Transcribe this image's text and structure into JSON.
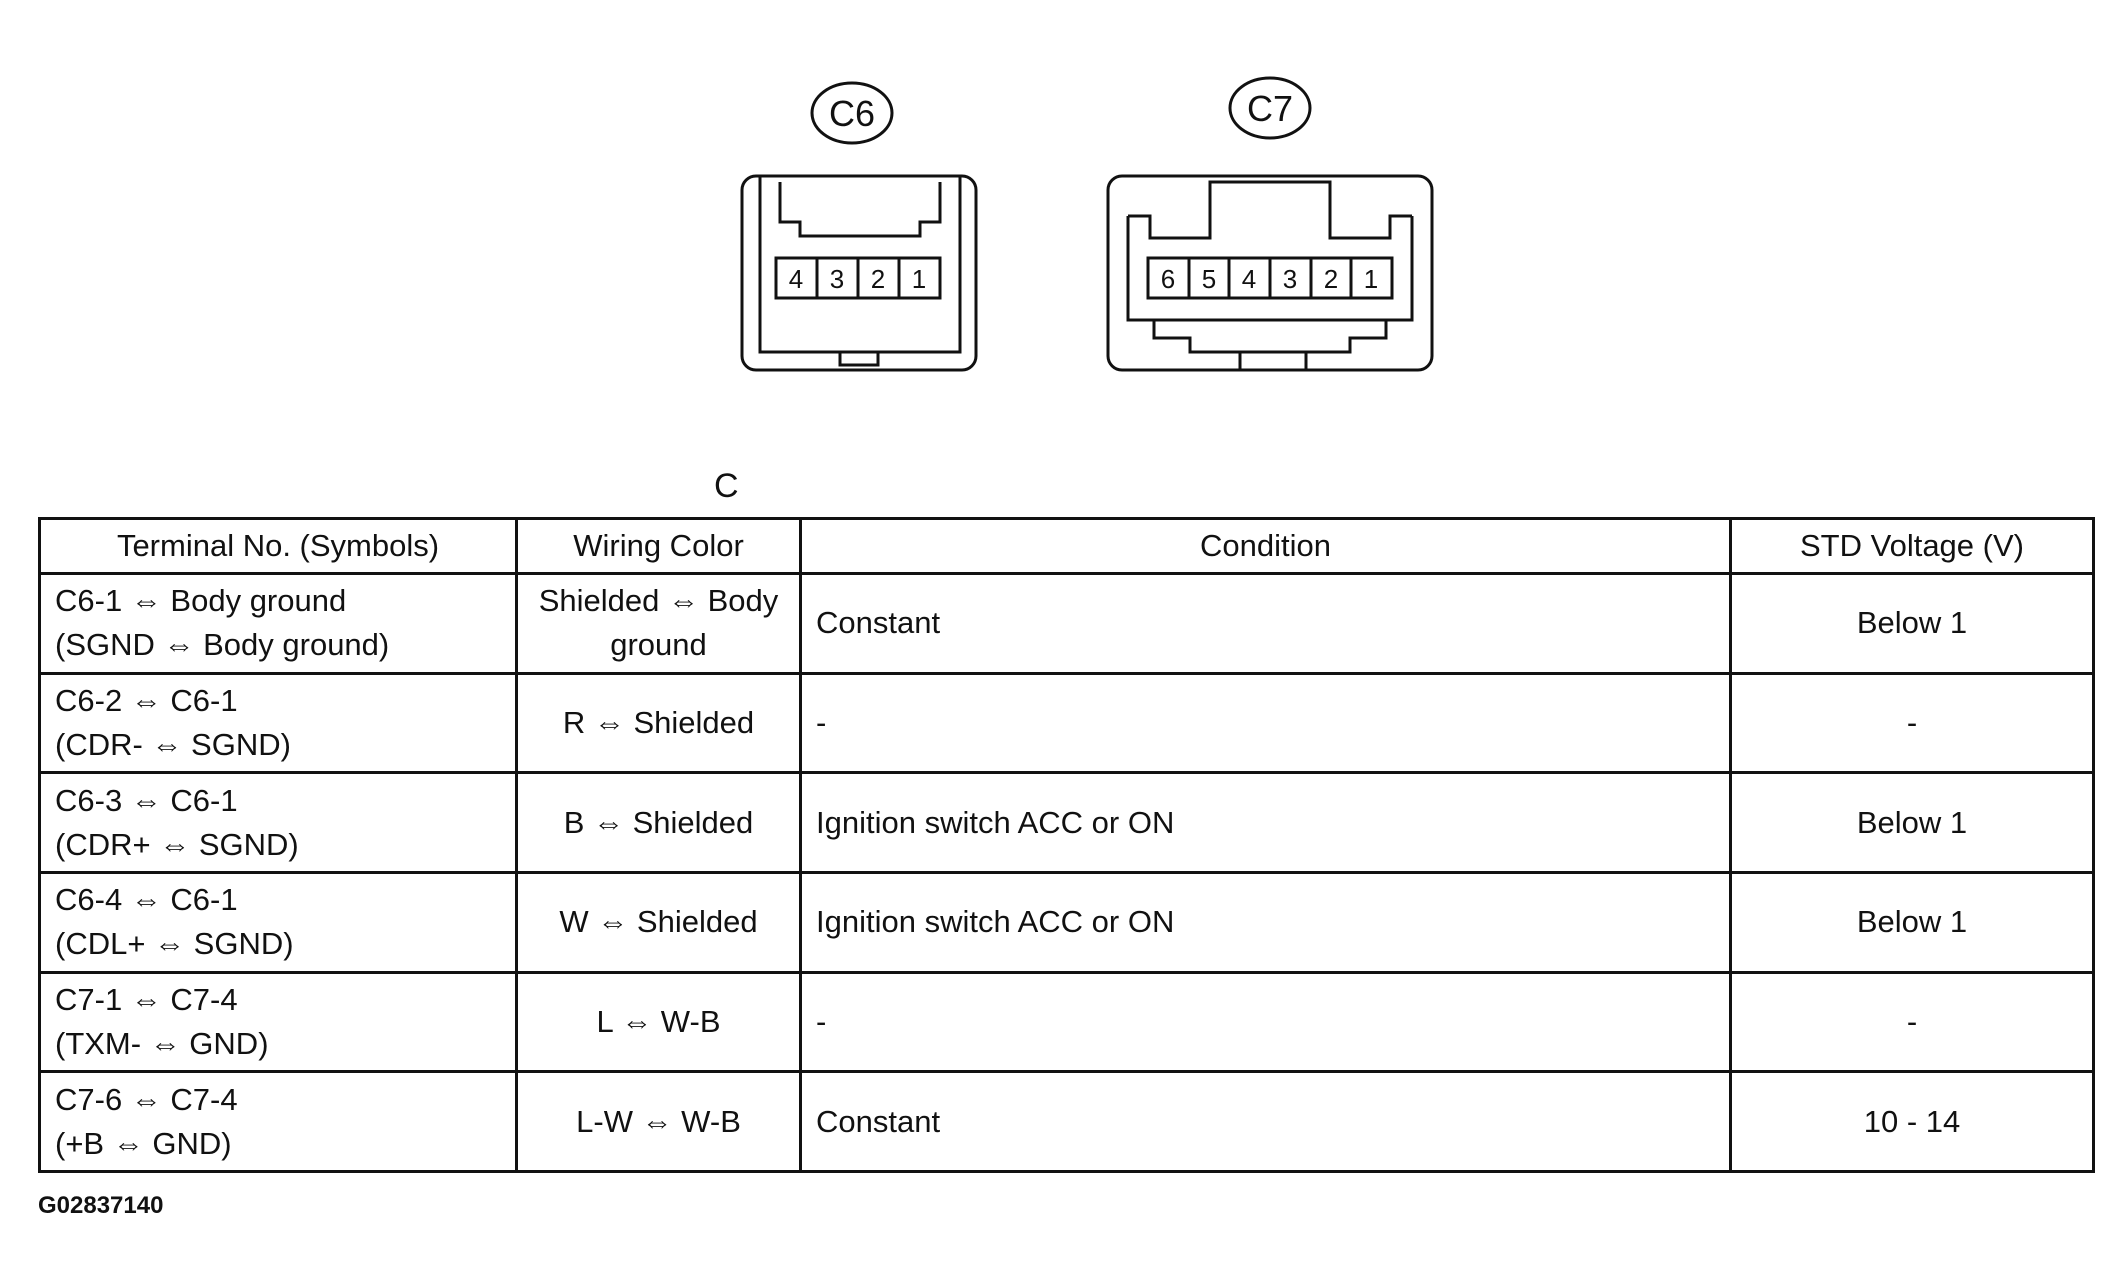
{
  "connectors": [
    {
      "label": "C6",
      "pins": [
        "4",
        "3",
        "2",
        "1"
      ]
    },
    {
      "label": "C7",
      "pins": [
        "6",
        "5",
        "4",
        "3",
        "2",
        "1"
      ]
    }
  ],
  "section_label": "C",
  "table": {
    "headers": {
      "terminal": "Terminal No. (Symbols)",
      "wiring": "Wiring Color",
      "condition": "Condition",
      "voltage": "STD Voltage (V)"
    },
    "rows": [
      {
        "terminal_line1": "C6-1 ⇔ Body ground",
        "terminal_line2": "(SGND ⇔ Body ground)",
        "wiring": "Shielded ⇔ Body ground",
        "condition": "Constant",
        "voltage": "Below 1"
      },
      {
        "terminal_line1": "C6-2 ⇔ C6-1",
        "terminal_line2": "(CDR- ⇔ SGND)",
        "wiring": "R ⇔ Shielded",
        "condition": "-",
        "voltage": "-"
      },
      {
        "terminal_line1": "C6-3 ⇔ C6-1",
        "terminal_line2": "(CDR+ ⇔ SGND)",
        "wiring": "B ⇔ Shielded",
        "condition": "Ignition switch ACC or ON",
        "voltage": "Below 1"
      },
      {
        "terminal_line1": "C6-4 ⇔ C6-1",
        "terminal_line2": "(CDL+ ⇔ SGND)",
        "wiring": "W ⇔ Shielded",
        "condition": "Ignition switch ACC or ON",
        "voltage": "Below 1"
      },
      {
        "terminal_line1": "C7-1 ⇔ C7-4",
        "terminal_line2": "(TXM- ⇔ GND)",
        "wiring": "L ⇔ W-B",
        "condition": "-",
        "voltage": "-"
      },
      {
        "terminal_line1": "C7-6 ⇔ C7-4",
        "terminal_line2": "(+B ⇔ GND)",
        "wiring": "L-W ⇔ W-B",
        "condition": "Constant",
        "voltage": "10 - 14"
      }
    ]
  },
  "figure_id": "G02837140"
}
